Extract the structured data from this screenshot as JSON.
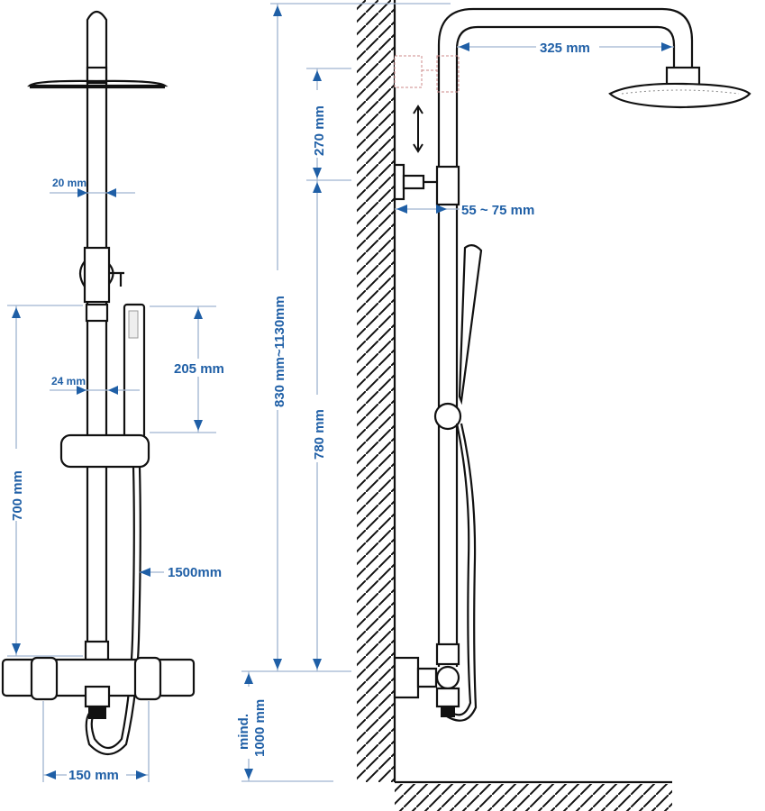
{
  "title": "Shower system dimension drawing",
  "colors": {
    "dimension_text": "#1f5fa6",
    "dimension_line": "#9fb4d0",
    "outline": "#111111"
  },
  "front_view": {
    "rod_diameter_top": "20 mm",
    "rod_diameter_bottom": "24 mm",
    "handheld_length": "205 mm",
    "slide_bar_height": "700 mm",
    "hose_length": "1500mm",
    "inlet_spacing": "150 mm"
  },
  "side_view": {
    "adjustable_height": "830 mm~1130mm",
    "top_section": "270 mm",
    "lower_section": "780 mm",
    "min_height_line1": "mind.",
    "min_height_line2": "1000 mm",
    "arm_reach": "325 mm",
    "wall_distance": "55 ~ 75 mm"
  }
}
